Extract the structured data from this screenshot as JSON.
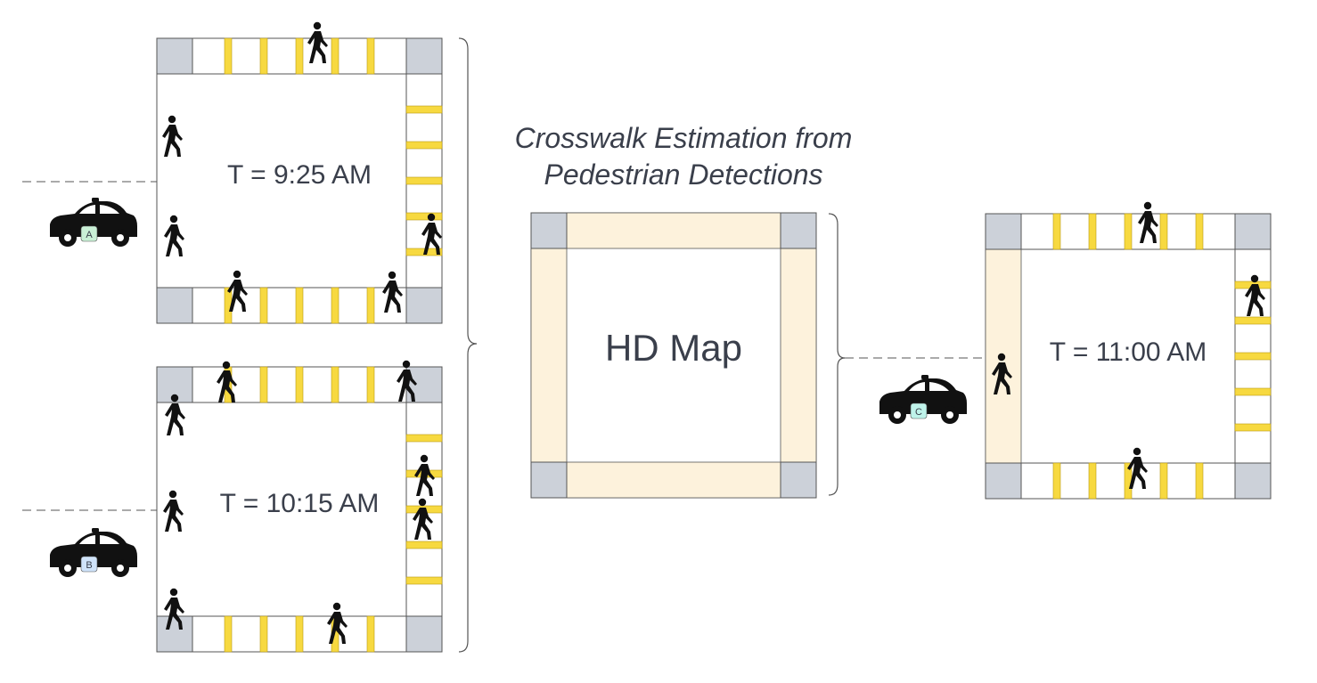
{
  "title": {
    "line1": "Crosswalk Estimation from",
    "line2": "Pedestrian Detections"
  },
  "intersections": [
    {
      "id": "top-left",
      "time_label": "T = 9:25 AM",
      "car_label": "A",
      "car_badge_color": "#c9f0d6"
    },
    {
      "id": "bottom-left",
      "time_label": "T = 10:15 AM",
      "car_label": "B",
      "car_badge_color": "#cfe3fa"
    },
    {
      "id": "right",
      "time_label": "T = 11:00 AM",
      "car_label": "C",
      "car_badge_color": "#bff3ea"
    }
  ],
  "hd_map": {
    "label": "HD Map"
  },
  "colors": {
    "corner": "#ccd1d9",
    "stripe": "#f7d940",
    "stripe_edge": "#b99a12",
    "crosswalk_fill": "#fdf2dc",
    "outline": "#555555",
    "text": "#3a3f4b",
    "icon": "#111111"
  },
  "icons": {
    "pedestrian": "pedestrian-icon",
    "car": "car-icon"
  }
}
